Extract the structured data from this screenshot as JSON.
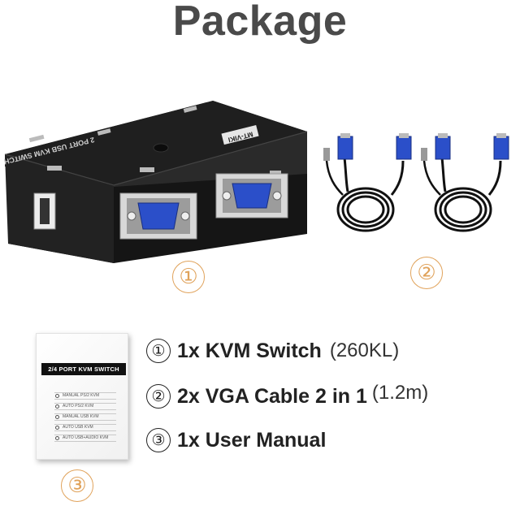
{
  "title": "Package",
  "markers": {
    "one": "①",
    "two": "②",
    "three": "③"
  },
  "device": {
    "model_label": "MT-VIKI",
    "port_label": "2 PORT USB KVM SWITCH"
  },
  "manual": {
    "title": "2/4 PORT KVM SWITCH",
    "items": [
      "MANUAL PS/2 KVM",
      "AUTO PS/2 KVM",
      "MANUAL USB KVM",
      "AUTO USB KVM",
      "AUTO USB+AUDIO KVM"
    ]
  },
  "contents": [
    {
      "marker": "①",
      "text": "1x KVM Switch",
      "note": "(260KL)"
    },
    {
      "marker": "②",
      "text": "2x VGA Cable 2 in 1",
      "note": "(1.2m)"
    },
    {
      "marker": "③",
      "text": "1x User Manual",
      "note": ""
    }
  ],
  "colors": {
    "title": "#4a4a4a",
    "marker_accent": "#e0a25a",
    "device_body": "#1c1c1c",
    "vga_blue": "#2b4fc9"
  }
}
